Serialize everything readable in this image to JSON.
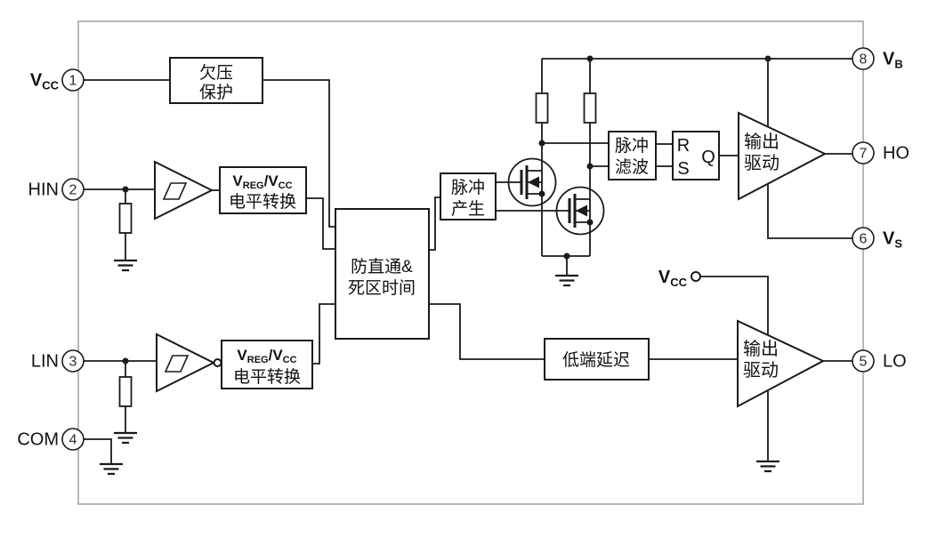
{
  "colors": {
    "line": "#1a1a1a",
    "border": "#999999",
    "background": "#ffffff",
    "text": "#111111",
    "pin_number": "#2b2b2b"
  },
  "pins": {
    "left": [
      {
        "number": "1",
        "label": "V",
        "label_sub": "CC"
      },
      {
        "number": "2",
        "label": "HIN",
        "label_sub": ""
      },
      {
        "number": "3",
        "label": "LIN",
        "label_sub": ""
      },
      {
        "number": "4",
        "label": "COM",
        "label_sub": ""
      }
    ],
    "right": [
      {
        "number": "8",
        "label": "V",
        "label_sub": "B"
      },
      {
        "number": "7",
        "label": "HO",
        "label_sub": ""
      },
      {
        "number": "6",
        "label": "V",
        "label_sub": "S"
      },
      {
        "number": "5",
        "label": "LO",
        "label_sub": ""
      }
    ]
  },
  "blocks": {
    "undervoltage_protection": {
      "line1": "欠压",
      "line2": "保护"
    },
    "level_shift_high": {
      "v1": "V",
      "v1_sub": "REG",
      "v2": "/V",
      "v2_sub": "CC",
      "line2": "电平转换"
    },
    "level_shift_low": {
      "v1": "V",
      "v1_sub": "REG",
      "v2": "/V",
      "v2_sub": "CC",
      "line2": "电平转换"
    },
    "anti_shoot_through": {
      "line1": "防直通&",
      "line2": "死区时间"
    },
    "pulse_generator": {
      "line1": "脉冲",
      "line2": "产生"
    },
    "pulse_filter": {
      "line1": "脉冲",
      "line2": "滤波"
    },
    "rs_latch": {
      "r": "R",
      "s": "S",
      "q": "Q"
    },
    "output_driver_high": {
      "line1": "输出",
      "line2": "驱动"
    },
    "output_driver_low": {
      "line1": "输出",
      "line2": "驱动"
    },
    "low_side_delay": {
      "label": "低端延迟"
    },
    "internal_vcc": {
      "label": "V",
      "label_sub": "CC"
    }
  }
}
